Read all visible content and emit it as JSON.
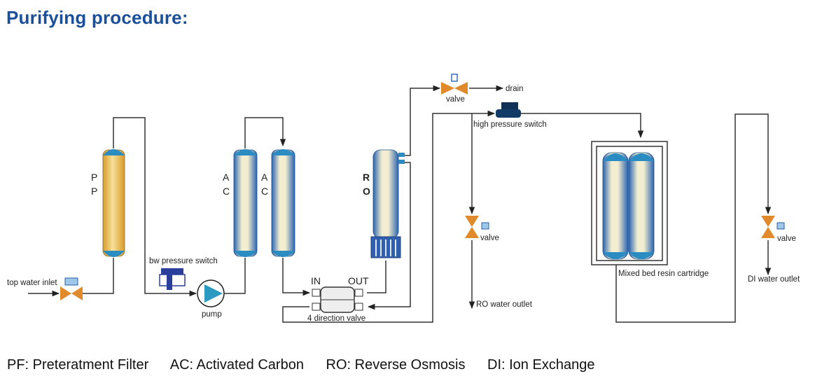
{
  "title": "Purifying procedure:",
  "diagram": {
    "tank_letters": {
      "pp": [
        "P",
        "P"
      ],
      "ac1": [
        "A",
        "C"
      ],
      "ac2": [
        "A",
        "C"
      ],
      "ro": [
        "R",
        "O"
      ]
    },
    "labels": {
      "inlet": "top water inlet",
      "bw_switch": "bw pressure switch",
      "pump": "pump",
      "in": "IN",
      "out": "OUT",
      "four_way": "4 direction valve",
      "drain_valve": "valve",
      "drain": "drain",
      "hp_switch": "high pressure switch",
      "ro_valve": "valve",
      "ro_outlet": "RO water outlet",
      "mixed_bed": "Mixed bed resin cartridge",
      "di_valve": "valve",
      "di_outlet": "DI water outlet"
    },
    "colors": {
      "pipe": "#333333",
      "valve": "#e08a2c",
      "pp_fill": "#e8b54a",
      "tank_blue": "#2a6db5",
      "cap": "#2a8cc0",
      "title": "#1a4f9c"
    }
  },
  "legend": [
    "PF: Preteratment Filter",
    "AC: Activated Carbon",
    "RO: Reverse Osmosis",
    "DI: Ion Exchange"
  ]
}
